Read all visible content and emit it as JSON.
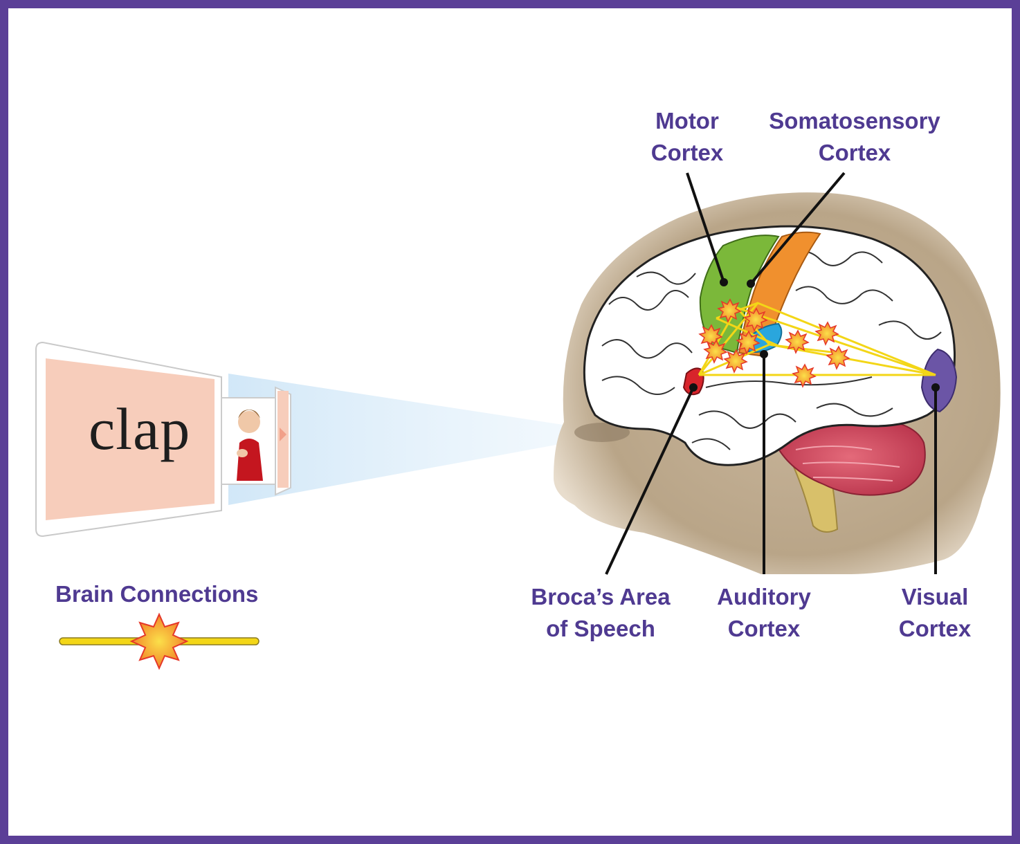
{
  "flashcard": {
    "word": "clap"
  },
  "legend": {
    "title": "Brain Connections"
  },
  "labels": {
    "motor": [
      "Motor",
      "Cortex"
    ],
    "somatosensory": [
      "Somatosensory",
      "Cortex"
    ],
    "broca": [
      "Broca’s Area",
      "of Speech"
    ],
    "auditory": [
      "Auditory",
      "Cortex"
    ],
    "visual": [
      "Visual",
      "Cortex"
    ]
  },
  "colors": {
    "frame": "#5b3f97",
    "label_text": "#4f3a91",
    "motor_cortex": "#7bb83a",
    "somatosensory_cortex": "#f0902e",
    "broca_area": "#d8242b",
    "auditory_cortex": "#2aa6dd",
    "visual_cortex": "#6b55a6",
    "connection_line": "#f3d617",
    "spark": "#f5a623",
    "card_fill": "#f7cdbb"
  }
}
